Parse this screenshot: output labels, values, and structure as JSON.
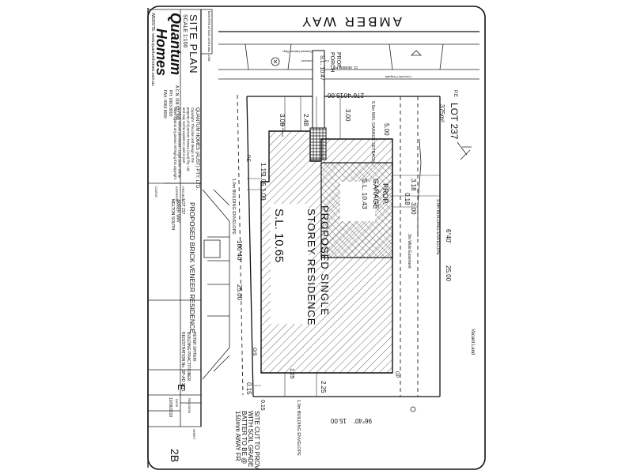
{
  "street": {
    "name": "AMBER WAY"
  },
  "title_block": {
    "brand_top": "Quantum",
    "brand_bottom": "Homes",
    "abn": "A.C.N. 008 527 584",
    "phone": "PH: 9363 8000",
    "fax": "FAX: 9363 8000",
    "website": "WEBSITE: www.quantumhomes.com.au",
    "bushfire": "BUSHFIRE ATTACK LEVEL BAL - LOW",
    "drawing_title": "SITE PLAN",
    "scale": "SCALE 1:100",
    "company": "QUANTUM HOMES (AUST) PTY. LTD.",
    "copyright_lines": [
      "Copyright. This plan and design is the",
      "property of Quantum Homes (Aust) Pty. Ltd.",
      "and may not be copied or used in part",
      "or whole without permission. Legal action will be",
      "taken against any person infringing this copyright."
    ],
    "project_label": "PROJECT",
    "project": "PROPOSED BRICK VENEER RESIDENCE",
    "address_label": "ADDRESS",
    "address_lines": [
      "LOT 237",
      "AMBER WAY",
      "MELTON SOUTH"
    ],
    "client_label": "CLIENT",
    "designer_lines": [
      "PETER SPITERI",
      "BUILDING PRACTITIONER",
      "REGISTRATION No. DP-AD 1271"
    ],
    "date_label": "DATE",
    "date": "10/08/2018",
    "revision_label": "REVISION",
    "revision": "E",
    "sheet_label": "SHEET",
    "sheet": "2B"
  },
  "lot": {
    "label": "LOT 237",
    "area": "375m²",
    "front_bearing": "276°40'",
    "front_length": "15.00",
    "rear_bearing": "96°40'",
    "rear_length": "15.00",
    "side_bearing": "6°40'",
    "side_length": "25.00",
    "west_bearing": "186°40'",
    "west_length": "25.00",
    "easement": "3m Wide Easement"
  },
  "building": {
    "residence_line1": "PROPOSED SINGLE",
    "residence_line2": "STOREY RESIDENCE",
    "residence_level": "S.L. 10.65",
    "garage_line1": "PROP.",
    "garage_line2": "GARAGE",
    "garage_level": "S.L. 10.43",
    "porch_line1": "PROP.",
    "porch_line2": "PORCH",
    "porch_level": "S.L. 10.47"
  },
  "setbacks": {
    "front_setback": "5.00",
    "garage_setback": "5.5m MIN. GARAGE SETBACK",
    "dim_300": "3.00",
    "dim_308": "3.08",
    "dim_248": "2.48",
    "dim_115": "1.15",
    "dim_105": "1.05",
    "dim_100": "1.00",
    "dim_318": "3.18",
    "dim_018": "0.18",
    "dim_300b": "3.00",
    "dim_225": "2.25",
    "dim_125": "1.25",
    "dim_015a": "0.15",
    "dim_015b": "0.15",
    "envelope_left": "1.0m BUILDING ENVELOPE",
    "envelope_right": "3.0m BUILDING ENVELOPE",
    "envelope_bottom": "1.0m BUILDING ENVELOPE"
  },
  "annotations": {
    "vacant_land": "Vacant Land",
    "cl_sewer": "CL SEWER PIT",
    "crossover": "Concrete Crossover",
    "footpath": "Concrete Footpath",
    "nature_strip": "Grassed Nature Strip",
    "no_fence": "No Fence",
    "pe_left": "P.E",
    "pe_right": "P.E",
    "dp": "DP",
    "os": "O/S",
    "note_lines": [
      "SITE CUT TO PROV",
      "WITH SOIL GRADE",
      "BATTER TO BE @",
      "150mm AWAY FR"
    ]
  }
}
